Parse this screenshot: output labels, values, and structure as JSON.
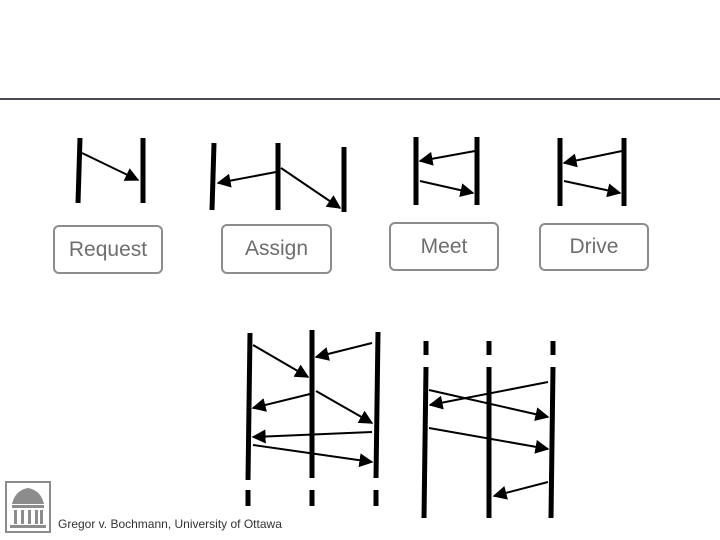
{
  "labels": {
    "request": "Request",
    "assign": "Assign",
    "meet": "Meet",
    "drive": "Drive"
  },
  "footer": {
    "credit": "Gregor v. Bochmann, University of Ottawa"
  },
  "icons": {
    "logo": "university-building-icon"
  },
  "colors": {
    "rule": "#4a4a55",
    "lines": "#000000",
    "box_border": "#8c8c8c",
    "box_text": "#6e6e6e",
    "logo": "#8c8c8c"
  }
}
